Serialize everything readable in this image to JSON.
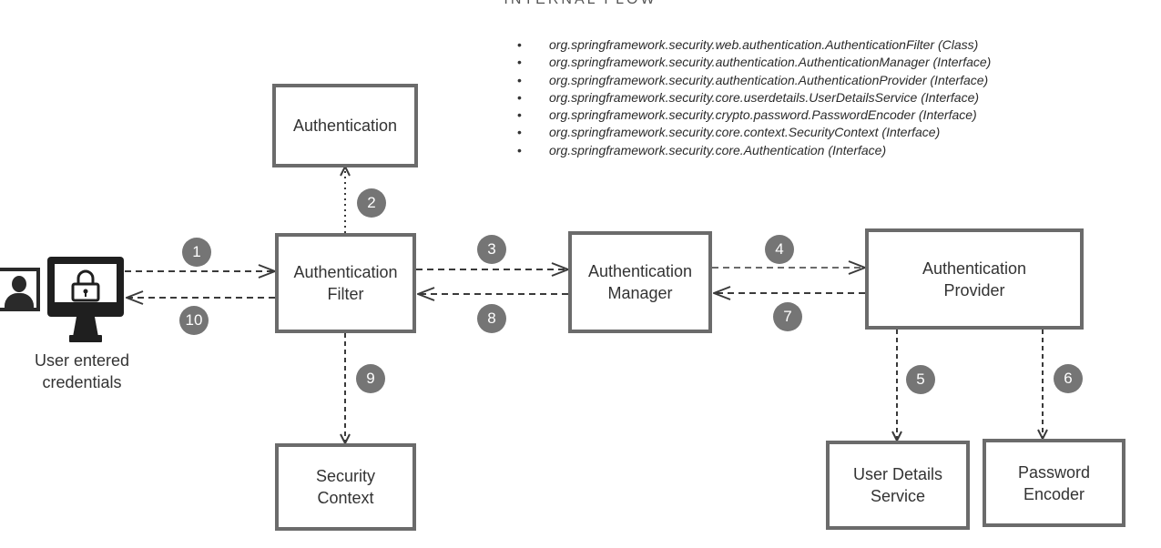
{
  "title": "INTERNAL FLOW",
  "classes": [
    "org.springframework.security.web.authentication.AuthenticationFilter (Class)",
    "org.springframework.security.authentication.AuthenticationManager (Interface)",
    "org.springframework.security.authentication.AuthenticationProvider (Interface)",
    "org.springframework.security.core.userdetails.UserDetailsService (Interface)",
    "org.springframework.security.crypto.password.PasswordEncoder (Interface)",
    "org.springframework.security.core.context.SecurityContext (Interface)",
    "org.springframework.security.core.Authentication (Interface)"
  ],
  "user": {
    "caption_line1": "User entered",
    "caption_line2": "credentials",
    "person_icon": "person-icon",
    "monitor_icon": "monitor-lock-icon"
  },
  "nodes": {
    "authentication": {
      "line1": "Authentication"
    },
    "filter": {
      "line1": "Authentication",
      "line2": "Filter"
    },
    "manager": {
      "line1": "Authentication",
      "line2": "Manager"
    },
    "provider": {
      "line1": "Authentication",
      "line2": "Provider"
    },
    "security_context": {
      "line1": "Security",
      "line2": "Context"
    },
    "user_details": {
      "line1": "User Details",
      "line2": "Service"
    },
    "password_encoder": {
      "line1": "Password",
      "line2": "Encoder"
    }
  },
  "steps": [
    "1",
    "2",
    "3",
    "4",
    "5",
    "6",
    "7",
    "8",
    "9",
    "10"
  ],
  "colors": {
    "box_border": "#6b6b6b",
    "badge": "#757575",
    "arrow": "#3a3a3a"
  }
}
